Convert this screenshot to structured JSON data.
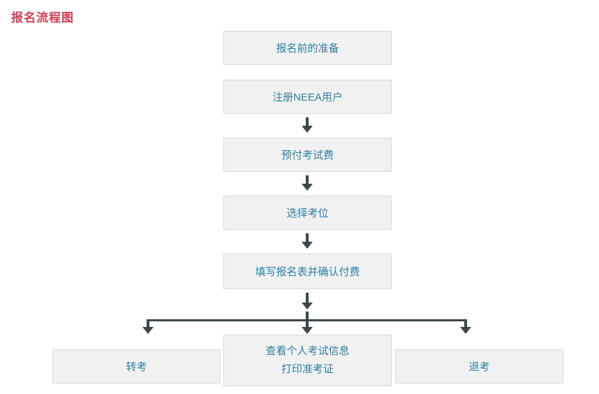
{
  "title": "报名流程图",
  "colors": {
    "title_text": "#d63c52",
    "box_background": "#f1f1f1",
    "box_border": "#d8d8d8",
    "box_text": "#2e80a4",
    "arrow_and_line": "#3c474c",
    "page_background": "#ffffff"
  },
  "flow": {
    "main_steps": [
      {
        "label": "报名前的准备"
      },
      {
        "label": "注册NEEA用户"
      },
      {
        "label": "预付考试费"
      },
      {
        "label": "选择考位"
      },
      {
        "label": "填写报名表并确认付费"
      }
    ],
    "branches": [
      {
        "label": "转考"
      },
      {
        "line1": "查看个人考试信息",
        "line2": "打印准考证"
      },
      {
        "label": "退考"
      }
    ]
  }
}
